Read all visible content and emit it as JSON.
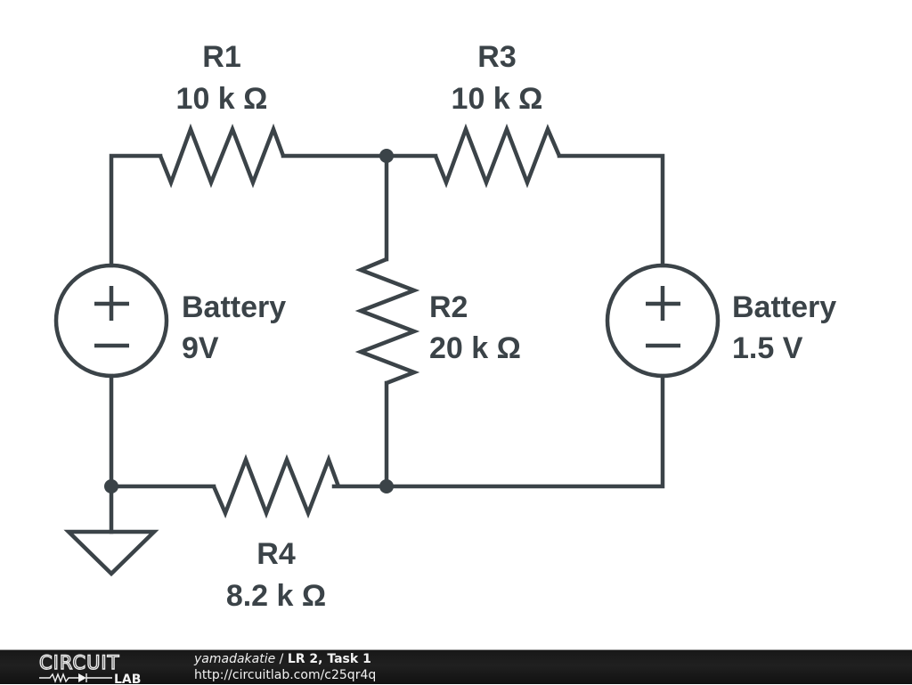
{
  "schematic": {
    "components": {
      "R1": {
        "name": "R1",
        "value": "10 k Ω",
        "type": "resistor"
      },
      "R2": {
        "name": "R2",
        "value": "20 k Ω",
        "type": "resistor"
      },
      "R3": {
        "name": "R3",
        "value": "10 k Ω",
        "type": "resistor"
      },
      "R4": {
        "name": "R4",
        "value": "8.2 k Ω",
        "type": "resistor"
      },
      "B1": {
        "name": "Battery",
        "value": "9V",
        "type": "voltage-source"
      },
      "B2": {
        "name": "Battery",
        "value": "1.5 V",
        "type": "voltage-source"
      },
      "GND": {
        "type": "ground"
      }
    },
    "source_symbols": {
      "plus": "+",
      "minus": "−"
    }
  },
  "footer": {
    "logo_top": "CIRCUIT",
    "logo_bottom": "LAB",
    "author": "yamadakatie",
    "separator": " / ",
    "title": "LR 2, Task 1",
    "url": "http://circuitlab.com/c25qr4q"
  }
}
